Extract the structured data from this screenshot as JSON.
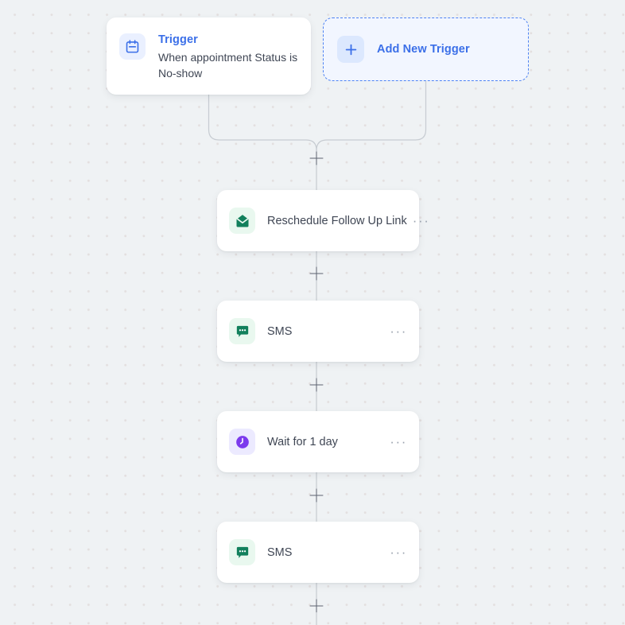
{
  "canvas": {
    "background_color": "#eff2f4",
    "dot_color": "#e3dfdf"
  },
  "trigger": {
    "title": "Trigger",
    "description": "When appointment Status is No-show",
    "icon": "calendar-icon",
    "icon_color": "#3b6fe8",
    "title_color": "#3b6fe8"
  },
  "add_trigger": {
    "label": "Add New Trigger",
    "icon": "plus-icon",
    "accent_color": "#3b6fe8",
    "border_color": "#4d82f3",
    "background_color": "#f2f6ff"
  },
  "steps": [
    {
      "label": "Reschedule Follow Up Link",
      "icon": "envelope-icon",
      "icon_color": "#12805c",
      "tile_color": "#e9f8ef",
      "menu": "···",
      "menu_position": "inline"
    },
    {
      "label": "SMS",
      "icon": "chat-bubble-icon",
      "icon_color": "#12805c",
      "tile_color": "#e9f8ef",
      "menu": "···",
      "menu_position": "right"
    },
    {
      "label": "Wait for 1 day",
      "icon": "clock-icon",
      "icon_color": "#7c3aed",
      "tile_color": "#eceaff",
      "menu": "···",
      "menu_position": "right"
    },
    {
      "label": "SMS",
      "icon": "chat-bubble-icon",
      "icon_color": "#12805c",
      "tile_color": "#e9f8ef",
      "menu": "···",
      "menu_position": "right"
    }
  ],
  "add_step_buttons": [
    {
      "name": "add-step-after-trigger"
    },
    {
      "name": "add-step-after-reschedule"
    },
    {
      "name": "add-step-after-sms-1"
    },
    {
      "name": "add-step-after-wait"
    },
    {
      "name": "add-step-after-sms-2"
    }
  ]
}
